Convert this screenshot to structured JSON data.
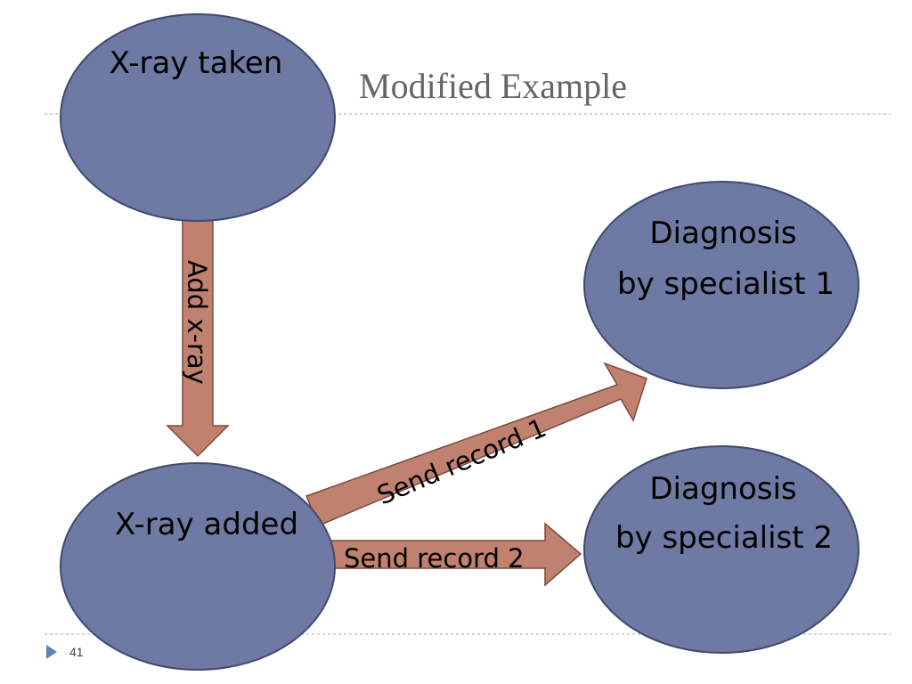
{
  "slide": {
    "title": "Modified Example",
    "page_number": "41"
  },
  "colors": {
    "node_fill": "#6e7aa3",
    "node_stroke": "#404a70",
    "arrow_fill": "#c0826f",
    "arrow_stroke": "#7a4a3e",
    "rule": "#aaaaaa",
    "bullet": "#5b84b0"
  },
  "nodes": {
    "xray_taken": {
      "label": "X-ray taken"
    },
    "xray_added": {
      "label": "X-ray added"
    },
    "diag1": {
      "line1": "Diagnosis",
      "line2": "by specialist 1"
    },
    "diag2": {
      "line1": "Diagnosis",
      "line2": "by specialist 2"
    }
  },
  "edges": {
    "add_xray": {
      "label": "Add x-ray"
    },
    "send_record_1": {
      "label": "Send record 1"
    },
    "send_record_2": {
      "label": "Send record 2"
    }
  }
}
